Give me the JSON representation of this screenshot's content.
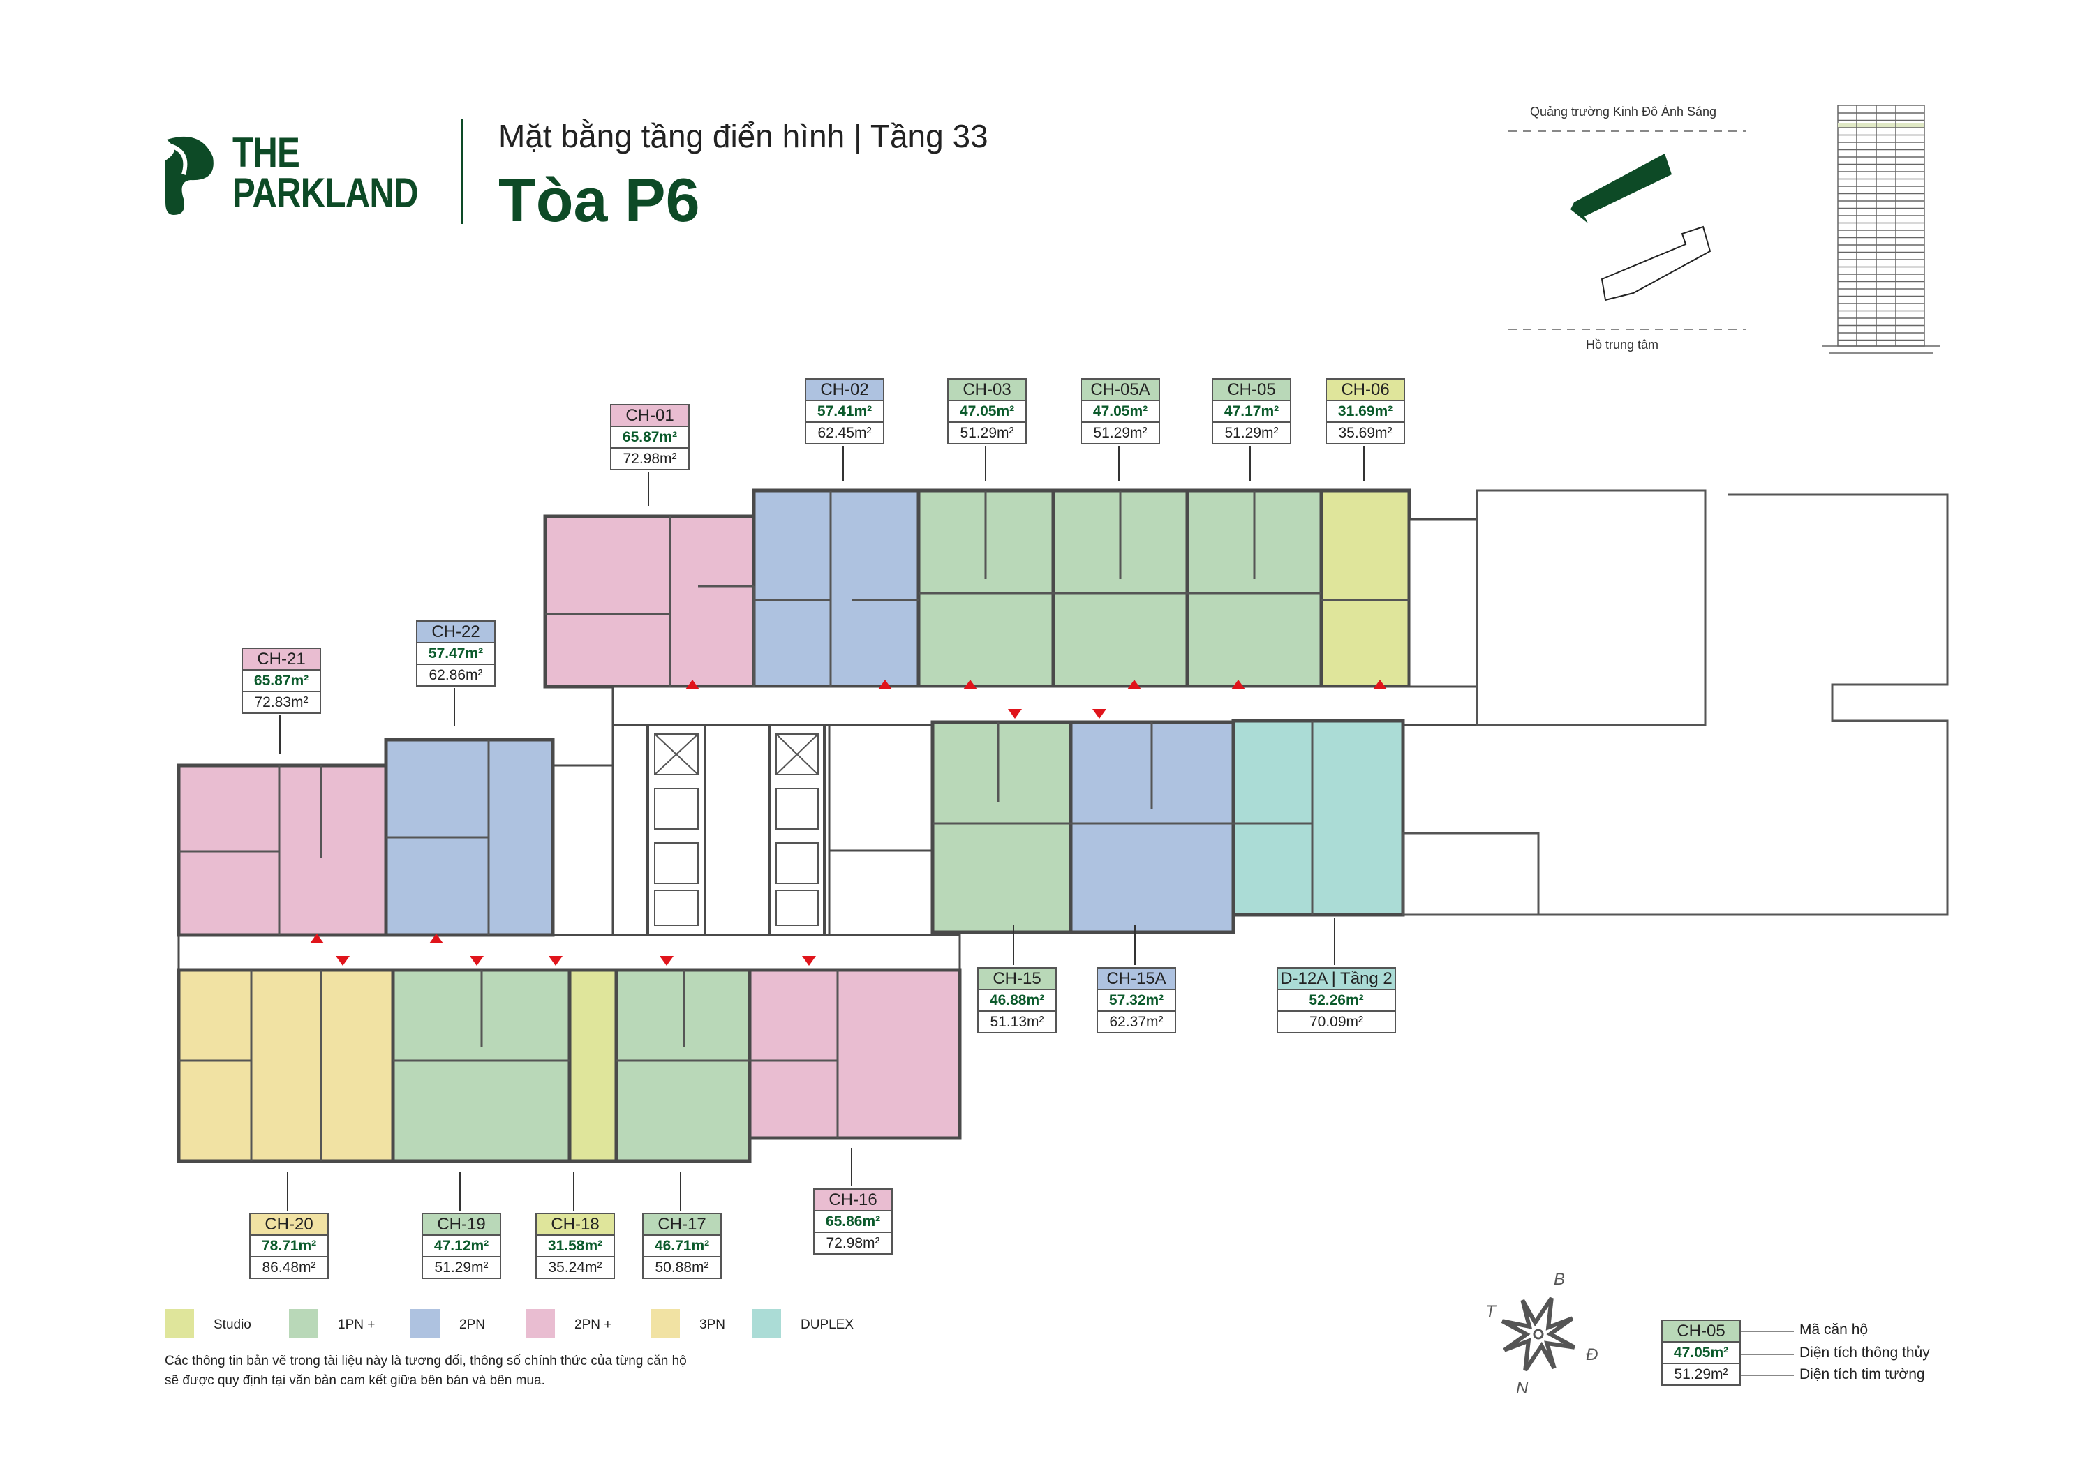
{
  "brand": {
    "line1": "THE",
    "line2": "PARKLAND",
    "color": "#0d4a26"
  },
  "header": {
    "subtitle": "Mặt bằng tầng điển hình | Tầng 33",
    "title": "Tòa P6"
  },
  "site_plan": {
    "top_label": "Quảng trường Kinh Đô Ánh Sáng",
    "bottom_label": "Hồ trung tâm"
  },
  "colors": {
    "Studio": "#dfe59b",
    "1PN+": "#b9d8b8",
    "2PN": "#aec2e0",
    "2PN+": "#e9bdd1",
    "3PN": "#f1e2a3",
    "DUPLEX": "#abdcd6",
    "net_text": "#0b5a2b"
  },
  "units": [
    {
      "code": "CH-01",
      "type": "2PN+",
      "net": "65.87m²",
      "gross": "72.98m²"
    },
    {
      "code": "CH-02",
      "type": "2PN",
      "net": "57.41m²",
      "gross": "62.45m²"
    },
    {
      "code": "CH-03",
      "type": "1PN+",
      "net": "47.05m²",
      "gross": "51.29m²"
    },
    {
      "code": "CH-05A",
      "type": "1PN+",
      "net": "47.05m²",
      "gross": "51.29m²"
    },
    {
      "code": "CH-05",
      "type": "1PN+",
      "net": "47.17m²",
      "gross": "51.29m²"
    },
    {
      "code": "CH-06",
      "type": "Studio",
      "net": "31.69m²",
      "gross": "35.69m²"
    },
    {
      "code": "CH-21",
      "type": "2PN+",
      "net": "65.87m²",
      "gross": "72.83m²"
    },
    {
      "code": "CH-22",
      "type": "2PN",
      "net": "57.47m²",
      "gross": "62.86m²"
    },
    {
      "code": "CH-15",
      "type": "1PN+",
      "net": "46.88m²",
      "gross": "51.13m²"
    },
    {
      "code": "CH-15A",
      "type": "2PN",
      "net": "57.32m²",
      "gross": "62.37m²"
    },
    {
      "code": "D-12A | Tầng 2",
      "type": "DUPLEX",
      "net": "52.26m²",
      "gross": "70.09m²"
    },
    {
      "code": "CH-20",
      "type": "3PN",
      "net": "78.71m²",
      "gross": "86.48m²"
    },
    {
      "code": "CH-19",
      "type": "1PN+",
      "net": "47.12m²",
      "gross": "51.29m²"
    },
    {
      "code": "CH-18",
      "type": "Studio",
      "net": "31.58m²",
      "gross": "35.24m²"
    },
    {
      "code": "CH-17",
      "type": "1PN+",
      "net": "46.71m²",
      "gross": "50.88m²"
    },
    {
      "code": "CH-16",
      "type": "2PN+",
      "net": "65.86m²",
      "gross": "72.98m²"
    }
  ],
  "legend": [
    {
      "label": "Studio",
      "color": "#dfe59b"
    },
    {
      "label": "1PN +",
      "color": "#b9d8b8"
    },
    {
      "label": "2PN",
      "color": "#aec2e0"
    },
    {
      "label": "2PN +",
      "color": "#e9bdd1"
    },
    {
      "label": "3PN",
      "color": "#f1e2a3"
    },
    {
      "label": "DUPLEX",
      "color": "#abdcd6"
    }
  ],
  "note": {
    "line1": "Các thông tin bản vẽ trong tài liệu này là tương đối, thông số chính thức của từng căn hộ",
    "line2": "sẽ được quy định tại văn bản cam kết giữa bên bán và bên mua."
  },
  "compass": {
    "north": "B",
    "east": "Đ",
    "south": "N",
    "west": "T"
  },
  "key": {
    "example_code": "CH-05",
    "example_net": "47.05m²",
    "example_gross": "51.29m²",
    "code_label": "Mã căn hộ",
    "net_label": "Diện tích thông thủy",
    "gross_label": "Diện tích tim tường"
  }
}
